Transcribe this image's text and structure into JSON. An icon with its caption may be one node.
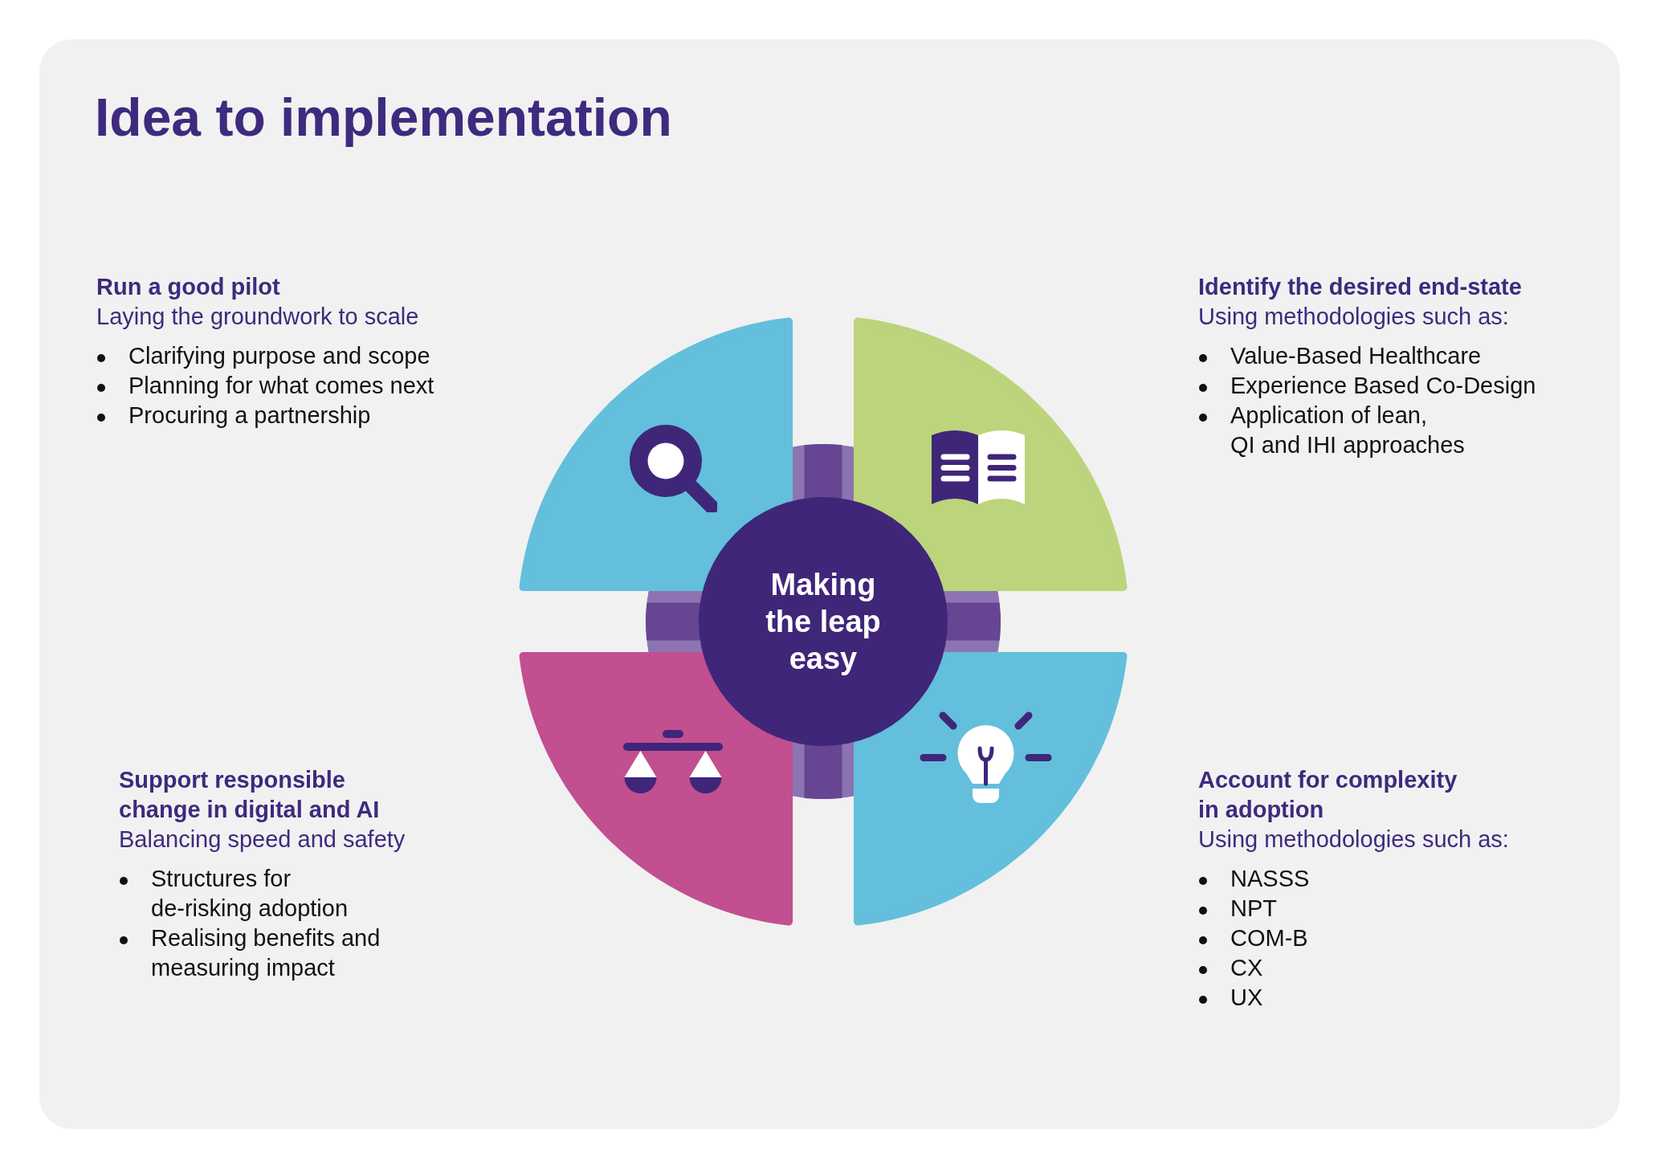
{
  "diagram": {
    "title": "Idea to implementation",
    "nodes": [
      {
        "text": [],
        "shape": "quadrant",
        "beside": [
          "Run a good pilot",
          "Laying the groundwork to scale",
          "Clarifying purpose and scope",
          "Planning for what comes next",
          "Procuring a partnership"
        ]
      },
      {
        "text": [],
        "shape": "quadrant",
        "beside": [
          "Identify the desired end-state",
          "Using methodologies such as:",
          "Value-Based Healthcare",
          "Experience Based Co-Design",
          "Application of lean, QI and IHI approaches"
        ]
      },
      {
        "text": [
          "Making the leap easy"
        ]
      },
      {
        "text": [],
        "shape": "quadrant",
        "beside": [
          "Support responsible change in digital and AI",
          "Balancing speed and safety",
          "Structures for de-risking adoption",
          "Realising benefits and measuring impact"
        ]
      },
      {
        "text": [],
        "shape": "quadrant",
        "beside": [
          "Account for complexity in adoption",
          "Using methodologies such as:",
          "NASSS",
          "NPT",
          "COM-B",
          "CX",
          "UX"
        ]
      }
    ]
  }
}
